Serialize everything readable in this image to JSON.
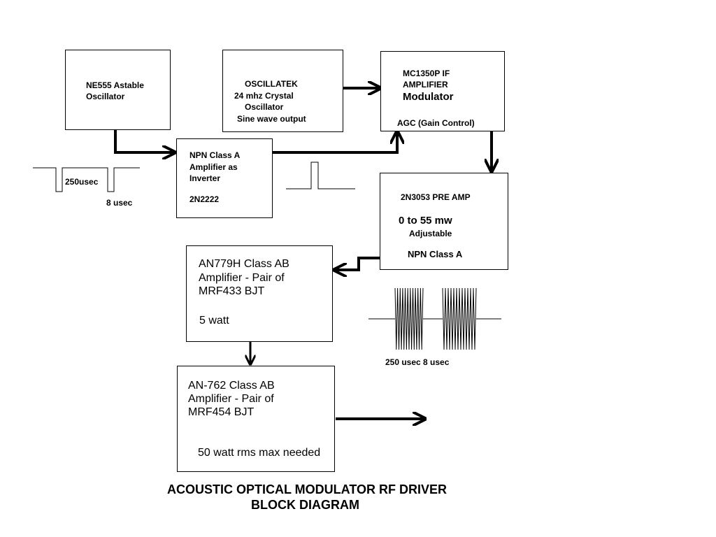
{
  "blocks": {
    "ne555": {
      "line1": "NE555 Astable",
      "line2": "Oscillator"
    },
    "oscillatek": {
      "line1": "OSCILLATEK",
      "line2": "24 mhz Crystal",
      "line3": "Oscillator",
      "line4": "Sine wave output"
    },
    "mc1350p": {
      "line1": "MC1350P IF",
      "line2": "AMPLIFIER",
      "line3": "Modulator",
      "line4": "AGC (Gain Control)"
    },
    "npn_inverter": {
      "line1": "NPN Class A",
      "line2": "Amplifier as",
      "line3": "Inverter",
      "line4": "2N2222"
    },
    "preamp": {
      "line1": "2N3053 PRE AMP",
      "line2": "0 to 55 mw",
      "line3": "Adjustable",
      "line4": "NPN Class A"
    },
    "an779h": {
      "line1": "AN779H Class AB",
      "line2": "Amplifier - Pair of",
      "line3": "MRF433 BJT",
      "line4": "5 watt"
    },
    "an762": {
      "line1": "AN-762 Class AB",
      "line2": "Amplifier - Pair of",
      "line3": "MRF454 BJT",
      "line4": "50 watt rms max needed"
    }
  },
  "waveform_labels": {
    "pulse_period": "250usec",
    "pulse_width": "8 usec",
    "burst_timing": "250 usec 8 usec"
  },
  "title": {
    "line1": "ACOUSTIC OPTICAL MODULATOR RF DRIVER",
    "line2": "BLOCK DIAGRAM"
  }
}
